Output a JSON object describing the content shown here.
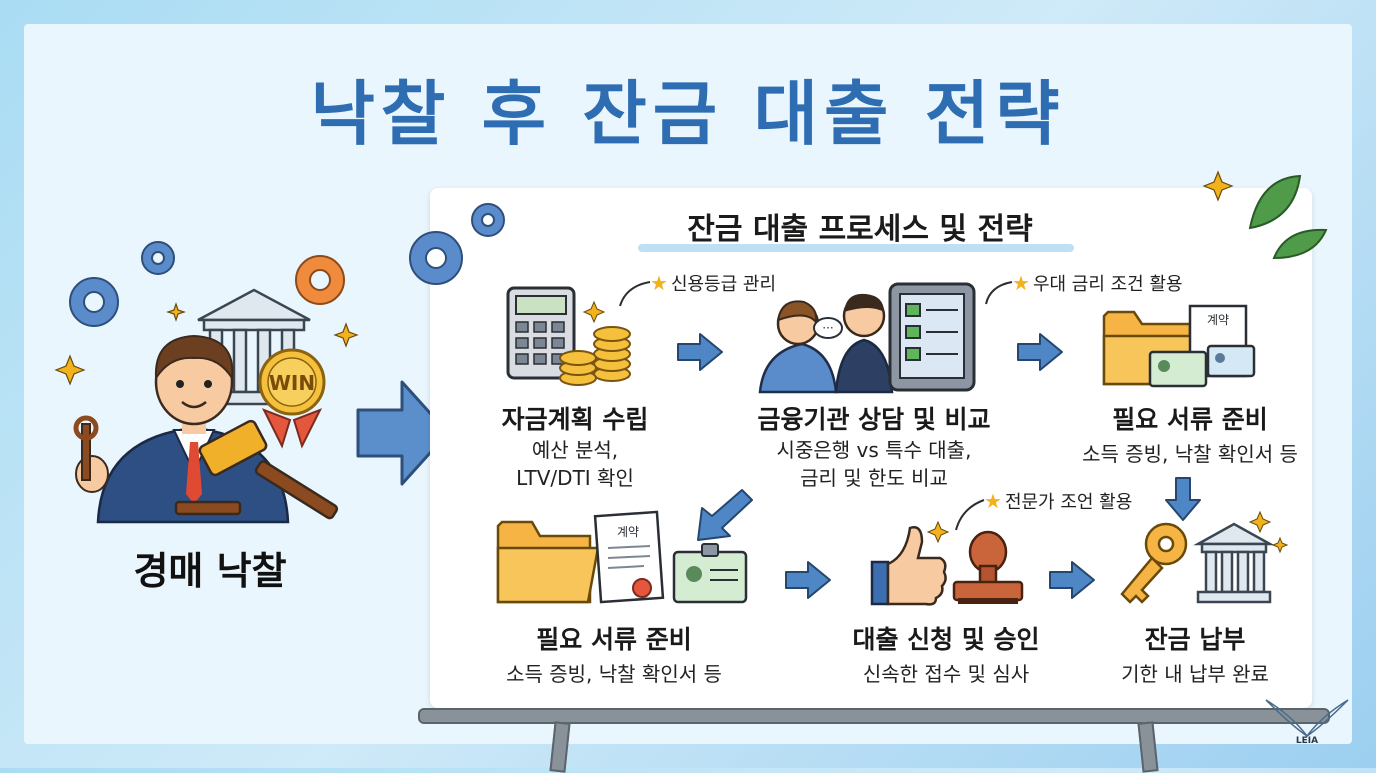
{
  "title": "낙찰 후 잔금 대출 전략",
  "auction": {
    "label": "경매 낙찰",
    "badge": "WIN"
  },
  "board_title": "잔금 대출 프로세스 및 전략",
  "steps": [
    {
      "title": "자금계획 수립",
      "desc_lines": [
        "예산 분석,",
        "LTV/DTI 확인"
      ]
    },
    {
      "title": "금융기관 상담 및 비교",
      "desc_lines": [
        "시중은행 vs 특수 대출,",
        "금리 및 한도 비교"
      ]
    },
    {
      "title": "필요 서류 준비",
      "desc_lines": [
        "소득 증빙, 낙찰 확인서 등"
      ]
    },
    {
      "title": "필요 서류 준비",
      "desc_lines": [
        "소득 증빙, 낙찰 확인서 등"
      ]
    },
    {
      "title": "대출 신청 및 승인",
      "desc_lines": [
        "신속한 접수 및 심사"
      ]
    },
    {
      "title": "잔금 납부",
      "desc_lines": [
        "기한 내 납부 완료"
      ]
    }
  ],
  "tips": [
    "신용등급 관리",
    "우대 금리 조건 활용",
    "전문가 조언 활용"
  ],
  "doc_label": "계약",
  "logo_text": "LEIA",
  "colors": {
    "title": "#2f6db3",
    "arrow": "#4f86c6",
    "gold": "#f2b21b"
  }
}
